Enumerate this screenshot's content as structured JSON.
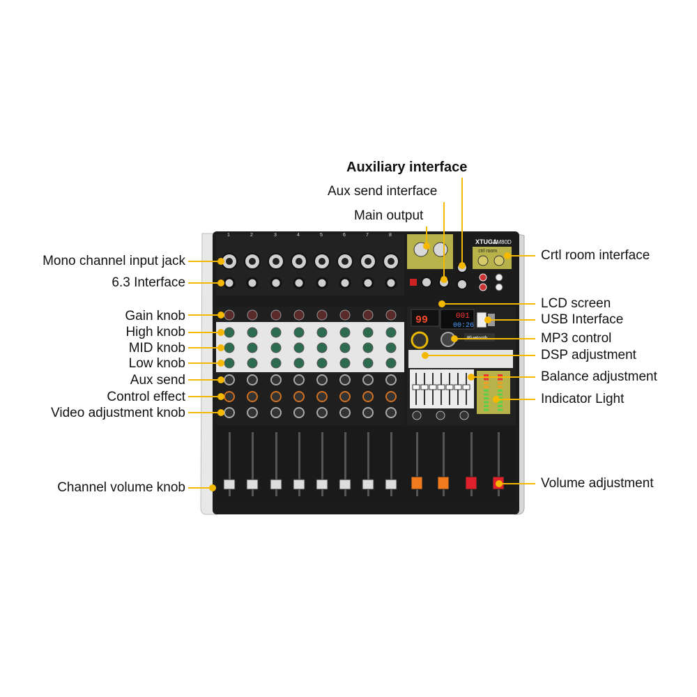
{
  "brand": {
    "name": "XTUGA",
    "model": "LM80D"
  },
  "channels": [
    "1",
    "2",
    "3",
    "4",
    "5",
    "6",
    "7",
    "8"
  ],
  "lcd": {
    "left": "99",
    "top": "001",
    "bottom": "00:26"
  },
  "panel_text": {
    "bluetooth": "Bluetooth",
    "ctrl_room": "ctrl room"
  },
  "callouts": {
    "left": [
      "Mono channel input jack",
      "6.3 Interface",
      "Gain knob",
      "High knob",
      "MID knob",
      "Low knob",
      "Aux send",
      "Control effect",
      "Video adjustment knob",
      "Channel volume knob"
    ],
    "top": [
      "Auxiliary interface",
      "Aux send interface",
      "Main output"
    ],
    "right": [
      "Crtl room interface",
      "LCD screen",
      "USB Interface",
      "MP3 control",
      "DSP adjustment",
      "Balance adjustment",
      "Indicator Light",
      "Volume adjustment"
    ]
  },
  "colors": {
    "callout": "#f5b800",
    "panel": "#1c1c1c",
    "fader_orange": "#f07a1c",
    "fader_red": "#e0202a"
  }
}
